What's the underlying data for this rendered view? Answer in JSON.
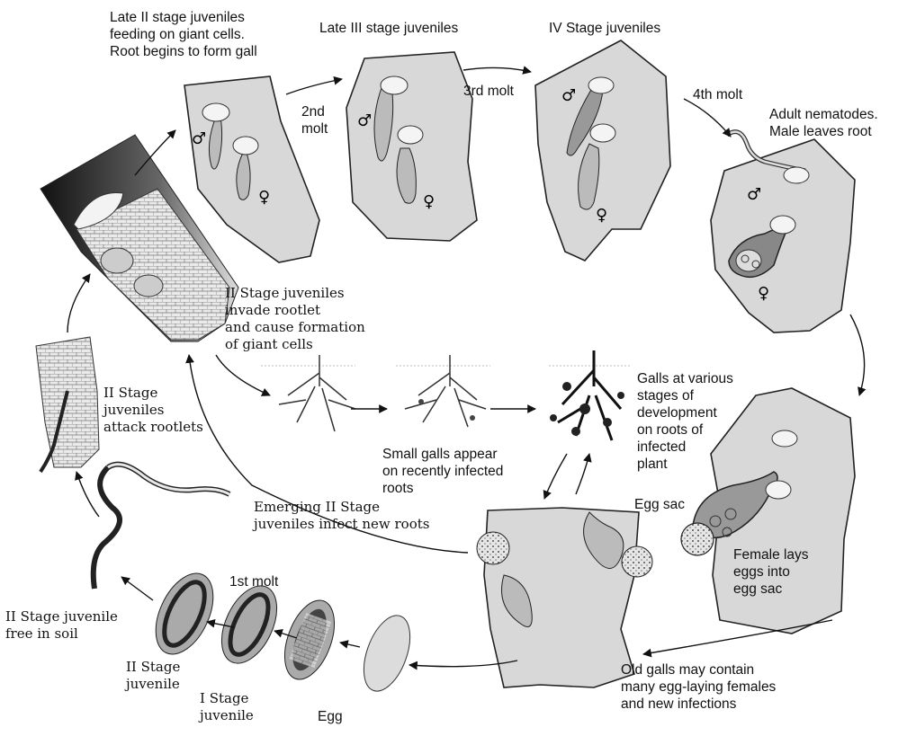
{
  "labels": {
    "late_ii": "Late II stage juveniles\nfeeding on giant cells.\nRoot begins to form gall",
    "late_iii": "Late III stage juveniles",
    "iv_stage": "IV Stage juveniles",
    "molt2": "2nd\nmolt",
    "molt3": "3rd molt",
    "molt4": "4th molt",
    "adult": "Adult nematodes.\nMale leaves root",
    "invade": "II Stage juveniles\ninvade rootlet\nand cause formation\nof giant cells",
    "attack": "II Stage\njuveniles\nattack rootlets",
    "galls_various": "Galls at various\nstages of\ndevelopment\non roots of\ninfected\nplant",
    "small_galls": "Small galls appear\non recently infected\nroots",
    "emerging": "Emerging II Stage\njuveniles infect new roots",
    "egg_sac": "Egg sac",
    "female_lays": "Female lays\neggs into\negg sac",
    "old_galls": "Old galls may contain\nmany egg-laying females\nand new infections",
    "molt1": "1st molt",
    "free_soil": "II Stage juvenile\nfree in soil",
    "ii_juvenile": "II Stage\njuvenile",
    "i_juvenile": "I Stage\njuvenile",
    "egg": "Egg"
  },
  "symbols": {
    "male": "♂",
    "female": "♀"
  },
  "colors": {
    "gall_fill": "#d8d8d8",
    "outline": "#222222",
    "background": "#ffffff"
  }
}
